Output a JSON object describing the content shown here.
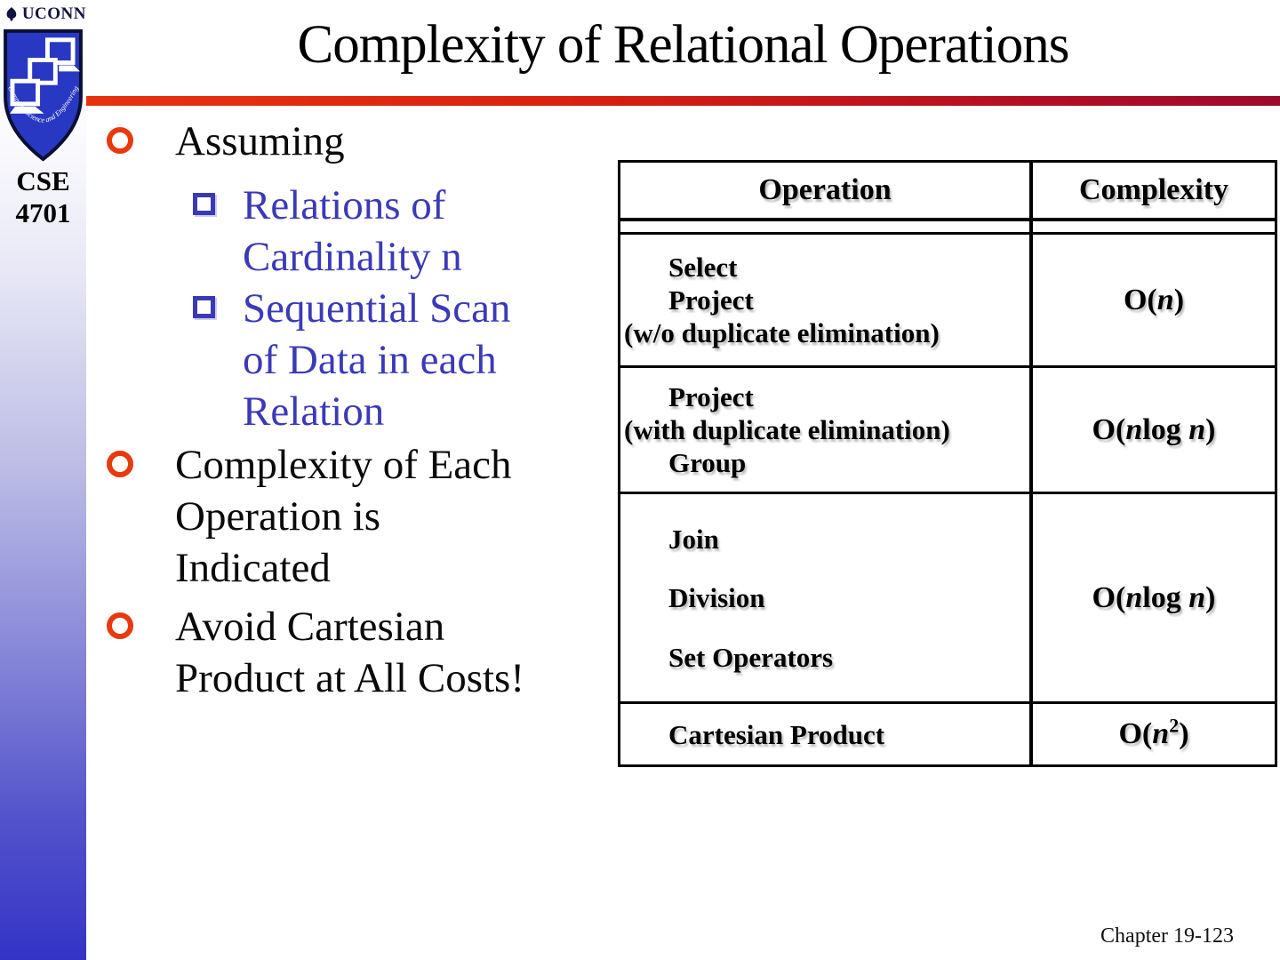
{
  "sidebar": {
    "wordmark": "UCONN",
    "shield_caption": "Computer Science and Engineering",
    "course_code_line1": "CSE",
    "course_code_line2": "4701"
  },
  "title": "Complexity of Relational Operations",
  "bullets": [
    {
      "text": "Assuming",
      "subs": [
        "Relations of\nCardinality n",
        "Sequential Scan\nof Data in each\nRelation"
      ]
    },
    {
      "text": "Complexity of Each\nOperation is\nIndicated",
      "subs": []
    },
    {
      "text": "Avoid Cartesian\nProduct at All Costs!",
      "subs": []
    }
  ],
  "table": {
    "headers": [
      "Operation",
      "Complexity"
    ],
    "rows": [
      {
        "operation_lines": [
          {
            "text": "Select",
            "indent": true
          },
          {
            "text": "Project",
            "indent": true
          },
          {
            "text": "(w/o duplicate elimination)",
            "indent": false
          }
        ],
        "complexity_segments": [
          {
            "text": "O(",
            "style": "normal"
          },
          {
            "text": "n",
            "style": "italic"
          },
          {
            "text": ")",
            "style": "normal"
          }
        ]
      },
      {
        "operation_lines": [
          {
            "text": "Project",
            "indent": true
          },
          {
            "text": "(with duplicate elimination)",
            "indent": false
          },
          {
            "text": "Group",
            "indent": true
          }
        ],
        "complexity_segments": [
          {
            "text": "O(",
            "style": "normal"
          },
          {
            "text": "n",
            "style": "italic"
          },
          {
            "text": "log ",
            "style": "normal"
          },
          {
            "text": "n",
            "style": "italic"
          },
          {
            "text": ")",
            "style": "normal"
          }
        ]
      },
      {
        "operation_lines": [
          {
            "text": "Join",
            "indent": true
          },
          {
            "text": "Division",
            "indent": true
          },
          {
            "text": "Set Operators",
            "indent": true
          }
        ],
        "complexity_segments": [
          {
            "text": "O(",
            "style": "normal"
          },
          {
            "text": "n",
            "style": "italic"
          },
          {
            "text": "log ",
            "style": "normal"
          },
          {
            "text": "n",
            "style": "italic"
          },
          {
            "text": ")",
            "style": "normal"
          }
        ]
      },
      {
        "operation_lines": [
          {
            "text": "Cartesian Product",
            "indent": true
          }
        ],
        "complexity_segments": [
          {
            "text": "O(",
            "style": "normal"
          },
          {
            "text": "n",
            "style": "italic"
          },
          {
            "text": "2",
            "style": "sup"
          },
          {
            "text": ")",
            "style": "normal"
          }
        ]
      }
    ]
  },
  "footer": {
    "page_label": "Chapter 19-123"
  },
  "colors": {
    "accent_red": "#e6330e",
    "accent_dark_red": "#9c0b2c",
    "bullet_orange": "#e8390f",
    "sub_bullet_blue": "#3a3ab8",
    "sidebar_blue": "#3434c6",
    "shield_blue": "#2838c2"
  }
}
